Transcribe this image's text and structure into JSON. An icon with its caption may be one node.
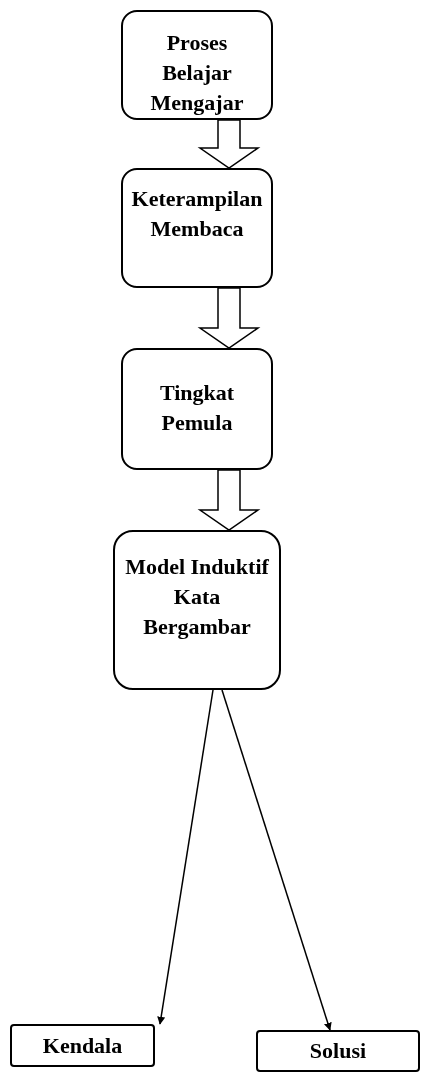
{
  "diagram": {
    "nodes": [
      {
        "text": [
          "Proses Belajar Mengajar"
        ]
      },
      {
        "text": [
          "Keterampilan Membaca"
        ]
      },
      {
        "text": [
          "Tingkat Pemula"
        ]
      },
      {
        "text": [
          "Model Induktif Kata Bergambar"
        ]
      },
      {
        "text": [
          "Kendala"
        ]
      },
      {
        "text": [
          "Solusi"
        ]
      }
    ],
    "edges": [
      {
        "from": 0,
        "to": 1,
        "arrow": "to",
        "style": "thick"
      },
      {
        "from": 1,
        "to": 2,
        "arrow": "to",
        "style": "thick"
      },
      {
        "from": 2,
        "to": 3,
        "arrow": "to",
        "style": "thick"
      },
      {
        "from": 3,
        "to": 4,
        "arrow": "to"
      },
      {
        "from": 3,
        "to": 5,
        "arrow": "to"
      }
    ]
  }
}
